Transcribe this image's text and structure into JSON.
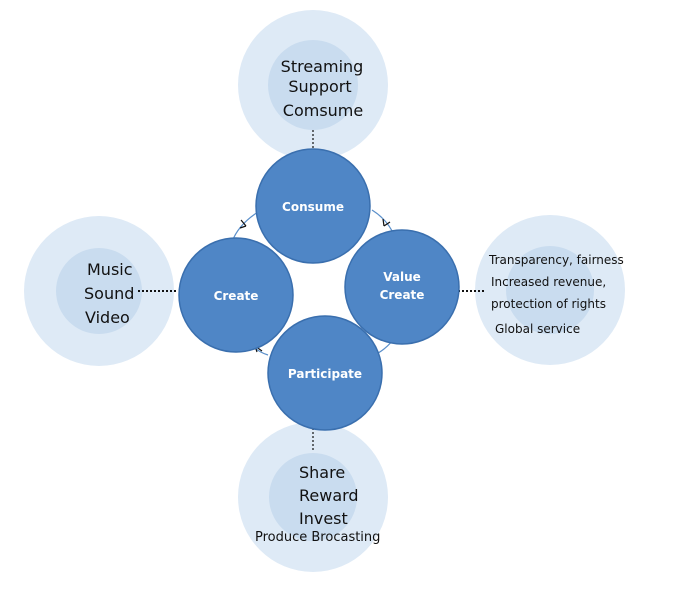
{
  "nodes": {
    "consume": "Consume",
    "create": "Create",
    "value_create_line1": "Value",
    "value_create_line2": "Create",
    "participate": "Participate"
  },
  "top": [
    "Streaming",
    "Support",
    "Comsume"
  ],
  "left": [
    "Music",
    "Sound",
    "Video"
  ],
  "right": [
    "Transparency, fairness",
    "Increased revenue,",
    "protection of rights",
    "Global service"
  ],
  "bottom": [
    "Share",
    "Reward",
    "Invest",
    "Produce Brocasting"
  ],
  "colors": {
    "node_fill": "#4f86c6",
    "node_stroke": "#3a6fae",
    "outer_halo": "#deeaf6",
    "inner_halo": "#c9dcef",
    "connector": "#111111"
  }
}
